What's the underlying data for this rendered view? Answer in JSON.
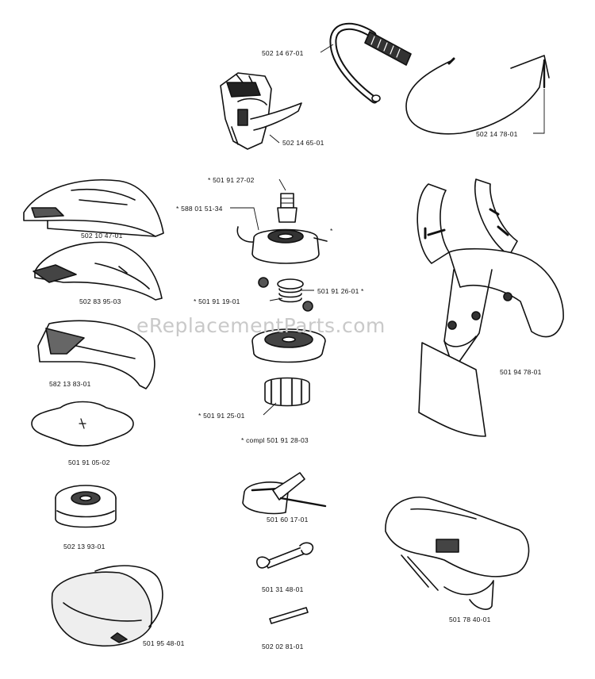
{
  "watermark": "eReplacementParts.com",
  "labels": {
    "p_502_14_67_01": "502 14 67-01",
    "p_502_14_65_01": "502 14 65-01",
    "p_502_14_78_01": "502 14 78-01",
    "p_501_91_27_02": "* 501 91 27-02",
    "p_588_01_51_34": "* 588 01 51-34",
    "p_star_head": "*",
    "p_502_10_47_01": "502 10 47-01",
    "p_502_83_95_03": "502 83 95-03",
    "p_501_91_19_01": "* 501 91 19-01",
    "p_501_91_26_01": "501 91 26-01 *",
    "p_582_13_83_01": "582 13 83-01",
    "p_501_91_25_01": "* 501 91 25-01",
    "p_compl": "* compl 501 91 28-03",
    "p_501_91_05_02": "501 91 05-02",
    "p_502_13_93_01": "502 13 93-01",
    "p_501_60_17_01": "501 60 17-01",
    "p_501_31_48_01": "501 31 48-01",
    "p_501_95_48_01": "501 95 48-01",
    "p_502_02_81_01": "502 02 81-01",
    "p_501_94_78_01": "501 94 78-01",
    "p_501_78_40_01": "501 78 40-01"
  }
}
